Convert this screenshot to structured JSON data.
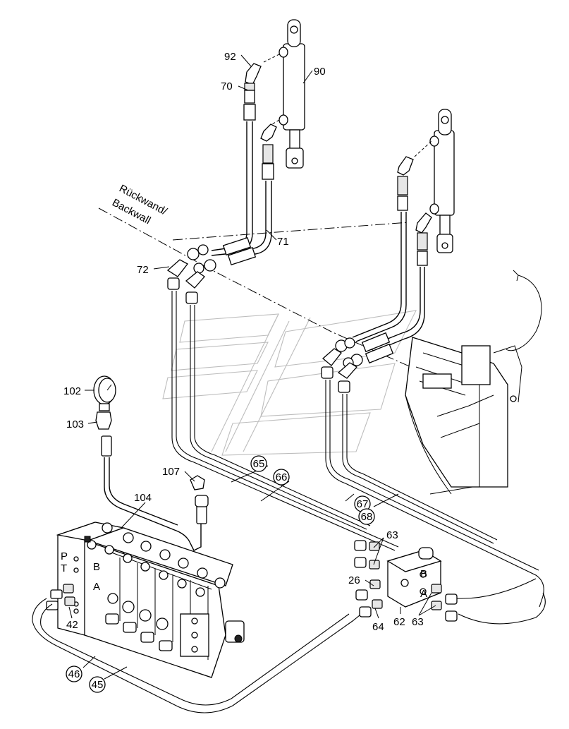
{
  "diagram": {
    "wall_label": [
      "Rückwand/",
      "Backwall"
    ],
    "part_labels": {
      "p92": "92",
      "p90": "90",
      "p70": "70",
      "p71": "71",
      "p72": "72",
      "p102": "102",
      "p103": "103",
      "p107": "107",
      "p104": "104",
      "p42": "42",
      "p63a": "63",
      "p26": "26",
      "p64": "64",
      "p62": "62",
      "p63b": "63"
    },
    "circled_labels": {
      "c65": "65",
      "c66": "66",
      "c67": "67",
      "c68": "68",
      "c46": "46",
      "c45": "45"
    },
    "valve_port_labels": {
      "P": "P",
      "T": "T",
      "B": "B",
      "A": "A"
    }
  }
}
